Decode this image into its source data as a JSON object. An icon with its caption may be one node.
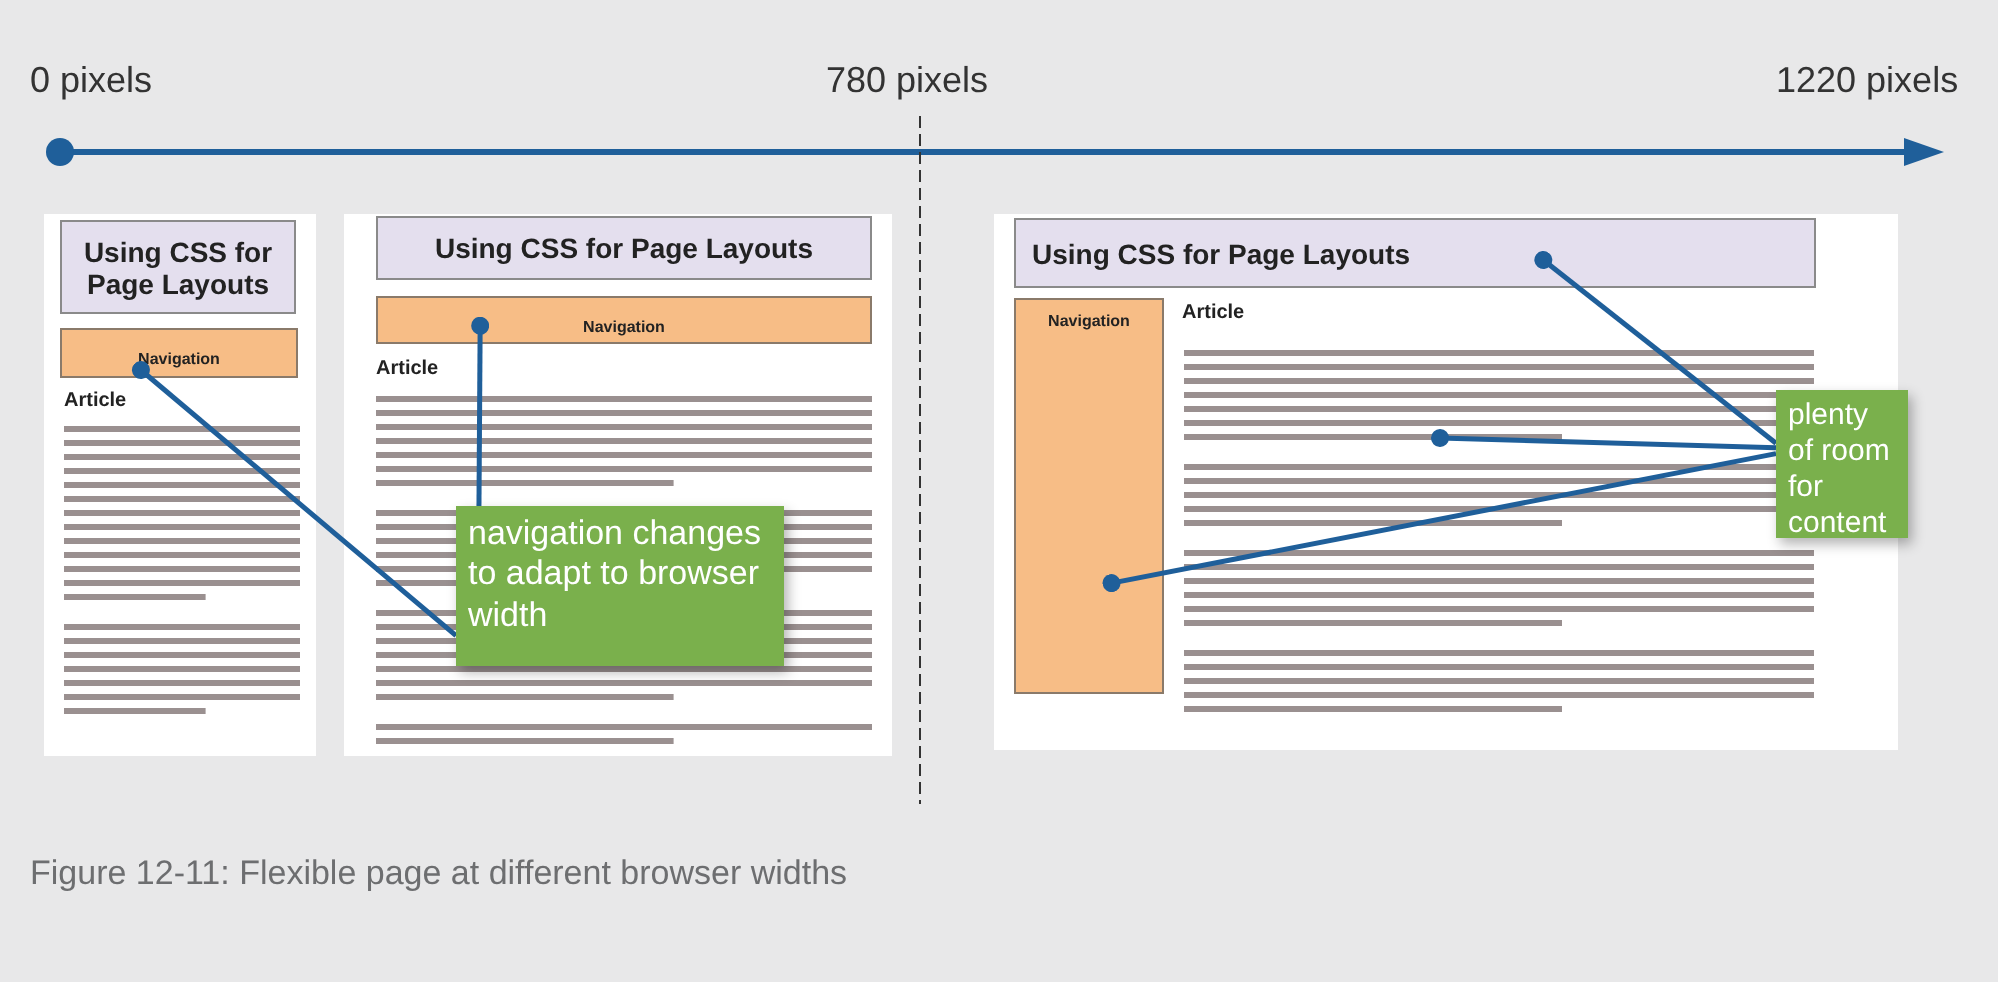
{
  "diagram": {
    "caption": "Figure 12-11: Flexible page at different browser widths",
    "nodes": [
      {
        "text": [
          "Using CSS for Page Layouts"
        ]
      },
      {
        "text": [
          "Navigation"
        ]
      },
      {
        "text": [
          "Using CSS for Page Layouts"
        ]
      },
      {
        "text": [
          "Navigation"
        ]
      },
      {
        "text": [
          "Using CSS for Page Layouts"
        ]
      },
      {
        "text": [
          "Navigation"
        ]
      },
      {
        "text": [
          "navigation changes to adapt to browser width"
        ]
      },
      {
        "text": [
          "plenty of room for content"
        ]
      }
    ],
    "edges": [
      {
        "from": 6,
        "to": 1,
        "arrow": "other"
      },
      {
        "from": 6,
        "to": 3,
        "arrow": "other"
      },
      {
        "from": 7,
        "to": 4,
        "arrow": "other"
      },
      {
        "from": 7,
        "to": null,
        "arrow": "other"
      },
      {
        "from": 7,
        "to": 5,
        "arrow": "other"
      }
    ],
    "labels": [
      "0 pixels",
      "780 pixels",
      "1220 pixels",
      "Article",
      "Article",
      "Article"
    ]
  }
}
